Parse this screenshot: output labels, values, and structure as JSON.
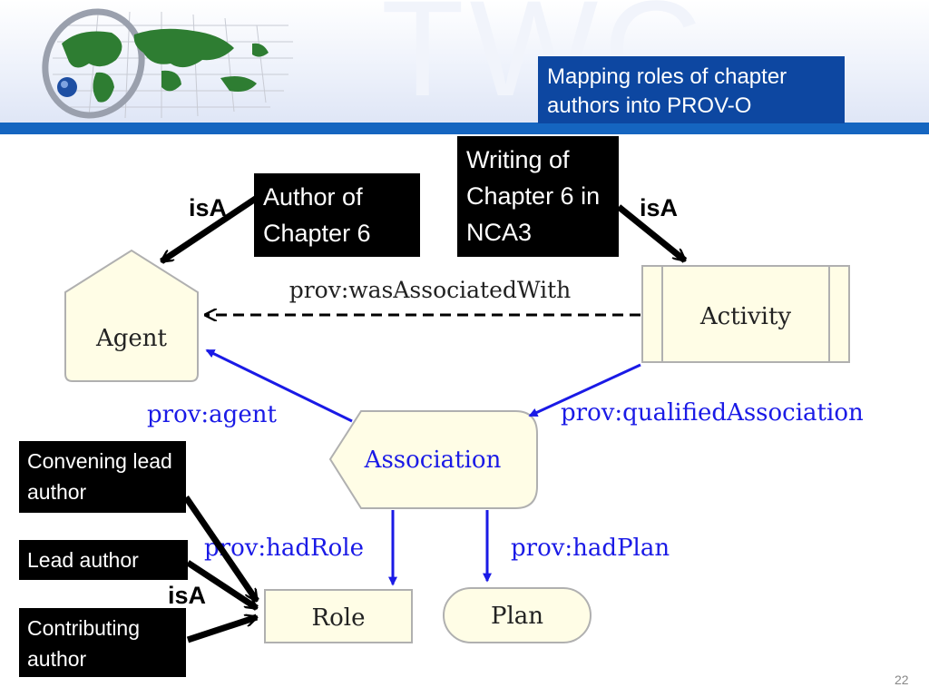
{
  "watermark": "TWC",
  "title": "Mapping roles of chapter authors into PROV-O",
  "instances": {
    "author": "Author of Chapter 6",
    "writing": "Writing of Chapter 6 in NCA3",
    "convening": "Convening lead author",
    "lead": "Lead author",
    "contributing": "Contributing author"
  },
  "isa_labels": {
    "left": "isA",
    "right": "isA",
    "bottom": "isA"
  },
  "nodes": {
    "agent": "Agent",
    "activity": "Activity",
    "association": "Association",
    "role": "Role",
    "plan": "Plan"
  },
  "edges": {
    "was_associated_with": "prov:wasAssociatedWith",
    "agent": "prov:agent",
    "qualified_association": "prov:qualifiedAssociation",
    "had_role": "prov:hadRole",
    "had_plan": "prov:hadPlan"
  },
  "colors": {
    "node_fill": "#fffde6",
    "node_stroke": "#b0b0b0",
    "prov_blue": "#1a1ae6",
    "title_bg": "#0d47a1",
    "header_rule": "#1565c0"
  },
  "page_number": "22"
}
